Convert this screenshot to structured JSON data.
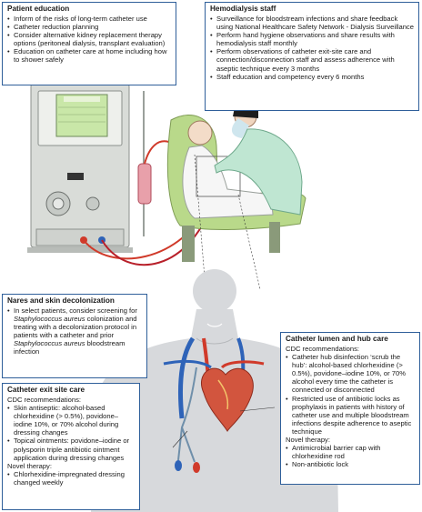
{
  "patient_education": {
    "title": "Patient education",
    "items": [
      "Inform of the risks of long-term catheter use",
      "Catheter reduction planning",
      "Consider alternative kidney replacement therapy options (peritoneal dialysis, transplant evaluation)",
      "Education on catheter care at home including how to shower safely"
    ]
  },
  "hemodialysis_staff": {
    "title": "Hemodialysis staff",
    "items": [
      "Surveillance for bloodstream infections and share feedback using National Healthcare Safety Network - Dialysis Surveillance",
      "Perform hand hygiene observations and share results with hemodialysis staff monthly",
      "Perform observations of catheter exit-site care and connection/disconnection staff and assess adherence with aseptic technique every 3 months",
      "Staff education and competency every 6 months"
    ]
  },
  "nares": {
    "title": "Nares and skin decolonization",
    "item_pre": "In select patients, consider screening for ",
    "organism": "Staphylococcus aureus",
    "item_mid": " colonization and treating with a decolonization protocol in patients with a catheter and prior ",
    "item_post": " bloodstream infection"
  },
  "lumen_hub": {
    "title": "Catheter lumen and hub care",
    "subtitle": "CDC recommendations:",
    "items": [
      "Catheter hub disinfection ‘scrub the hub’: alcohol-based chlorhexidine (> 0.5%), povidone–iodine 10%, or 70% alcohol every time the catheter is connected or disconnected",
      "Restricted use of antibiotic locks as prophylaxis in patients with history of catheter use and multiple bloodstream infections despite adherence to aseptic technique"
    ],
    "novel_label": "Novel therapy:",
    "novel_items": [
      "Antimicrobial barrier cap with chlorhexidine rod",
      "Non-antibiotic lock"
    ]
  },
  "exit_site": {
    "title": "Catheter exit site care",
    "subtitle": "CDC recommendations:",
    "items": [
      "Skin antiseptic: alcohol-based chlorhexidine (> 0.5%), povidone–iodine 10%, or 70% alcohol during dressing changes",
      "Topical ointments: povidone–iodine or polysporin triple antibiotic ointment application during dressing changes"
    ],
    "novel_label": "Novel therapy:",
    "novel_items": [
      "Chlorhexidine-impregnated dressing changed weekly"
    ]
  },
  "colors": {
    "border": "#2f5f9a",
    "machine": "#d9dcd8",
    "chair": "#b9d98a",
    "scrubs": "#bfe6d2",
    "artery": "#d03a2a",
    "vein": "#2e63b8",
    "body": "#d7d9dc"
  }
}
